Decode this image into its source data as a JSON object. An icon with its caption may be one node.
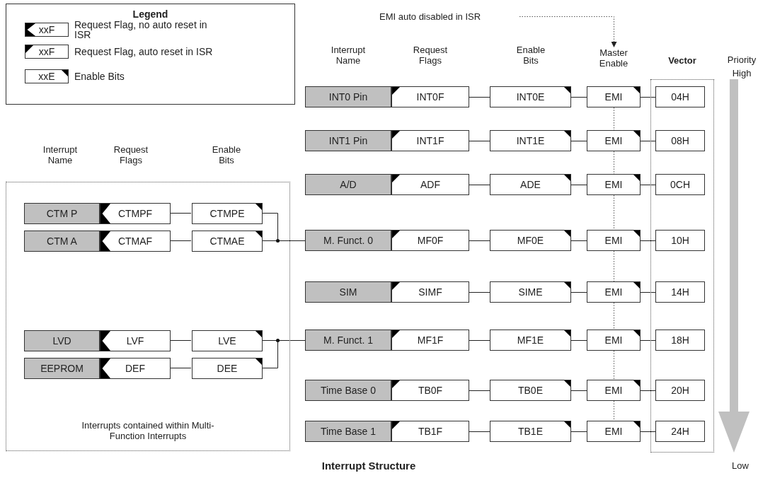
{
  "diagram": {
    "caption": "Interrupt Structure",
    "nodes": [
      {
        "text": [
          "EMI auto disabled in ISR"
        ]
      },
      {
        "text": [
          "Master Enable"
        ]
      },
      {
        "text": [
          "Vector"
        ]
      },
      {
        "text": [
          "INT0 Pin"
        ]
      },
      {
        "text": [
          "INT0F"
        ]
      },
      {
        "text": [
          "INT0E"
        ]
      },
      {
        "text": [
          "EMI"
        ]
      },
      {
        "text": [
          "04H"
        ],
        "in": 2
      },
      {
        "text": [
          "INT1 Pin"
        ]
      },
      {
        "text": [
          "INT1F"
        ]
      },
      {
        "text": [
          "INT1E"
        ]
      },
      {
        "text": [
          "EMI"
        ]
      },
      {
        "text": [
          "08H"
        ],
        "in": 2
      },
      {
        "text": [
          "A/D"
        ]
      },
      {
        "text": [
          "ADF"
        ]
      },
      {
        "text": [
          "ADE"
        ]
      },
      {
        "text": [
          "EMI"
        ]
      },
      {
        "text": [
          "0CH"
        ],
        "in": 2
      },
      {
        "text": [
          "M. Funct. 0"
        ]
      },
      {
        "text": [
          "MF0F"
        ]
      },
      {
        "text": [
          "MF0E"
        ]
      },
      {
        "text": [
          "EMI"
        ]
      },
      {
        "text": [
          "10H"
        ],
        "in": 2
      },
      {
        "text": [
          "SIM"
        ]
      },
      {
        "text": [
          "SIMF"
        ]
      },
      {
        "text": [
          "SIME"
        ]
      },
      {
        "text": [
          "EMI"
        ]
      },
      {
        "text": [
          "14H"
        ],
        "in": 2
      },
      {
        "text": [
          "M. Funct. 1"
        ]
      },
      {
        "text": [
          "MF1F"
        ]
      },
      {
        "text": [
          "MF1E"
        ]
      },
      {
        "text": [
          "EMI"
        ]
      },
      {
        "text": [
          "18H"
        ],
        "in": 2
      },
      {
        "text": [
          "Time Base 0"
        ]
      },
      {
        "text": [
          "TB0F"
        ]
      },
      {
        "text": [
          "TB0E"
        ]
      },
      {
        "text": [
          "EMI"
        ]
      },
      {
        "text": [
          "20H"
        ],
        "in": 2
      },
      {
        "text": [
          "Time Base 1"
        ]
      },
      {
        "text": [
          "TB1F"
        ]
      },
      {
        "text": [
          "TB1E"
        ]
      },
      {
        "text": [
          "EMI"
        ]
      },
      {
        "text": [
          "24H"
        ],
        "in": 2
      },
      {
        "text": [
          "Interrupts contained within Multi-Function Interrupts"
        ]
      },
      {
        "text": [
          "CTM P"
        ],
        "in": 43
      },
      {
        "text": [
          "CTMPF"
        ],
        "in": 43
      },
      {
        "text": [
          "CTMPE"
        ],
        "in": 43
      },
      {
        "text": [
          "CTM A"
        ],
        "in": 43
      },
      {
        "text": [
          "CTMAF"
        ],
        "in": 43
      },
      {
        "text": [
          "CTMAE"
        ],
        "in": 43
      },
      {
        "text": [
          "LVD"
        ],
        "in": 43
      },
      {
        "text": [
          "LVF"
        ],
        "in": 43
      },
      {
        "text": [
          "LVE"
        ],
        "in": 43
      },
      {
        "text": [
          "EEPROM"
        ],
        "in": 43
      },
      {
        "text": [
          "DEF"
        ],
        "in": 43
      },
      {
        "text": [
          "DEE"
        ],
        "in": 43
      }
    ],
    "edges": [
      {
        "from": 0,
        "to": 1,
        "arrow": "to",
        "style": "dashed"
      },
      {
        "from": 4,
        "to": 5,
        "arrow": "none"
      },
      {
        "from": 5,
        "to": 6,
        "arrow": "none"
      },
      {
        "from": 6,
        "to": 7,
        "arrow": "none"
      },
      {
        "from": 9,
        "to": 10,
        "arrow": "none"
      },
      {
        "from": 10,
        "to": 11,
        "arrow": "none"
      },
      {
        "from": 11,
        "to": 12,
        "arrow": "none"
      },
      {
        "from": 14,
        "to": 15,
        "arrow": "none"
      },
      {
        "from": 15,
        "to": 16,
        "arrow": "none"
      },
      {
        "from": 16,
        "to": 17,
        "arrow": "none"
      },
      {
        "from": 19,
        "to": 20,
        "arrow": "none"
      },
      {
        "from": 20,
        "to": 21,
        "arrow": "none"
      },
      {
        "from": 21,
        "to": 22,
        "arrow": "none"
      },
      {
        "from": 24,
        "to": 25,
        "arrow": "none"
      },
      {
        "from": 25,
        "to": 26,
        "arrow": "none"
      },
      {
        "from": 26,
        "to": 27,
        "arrow": "none"
      },
      {
        "from": 29,
        "to": 30,
        "arrow": "none"
      },
      {
        "from": 30,
        "to": 31,
        "arrow": "none"
      },
      {
        "from": 31,
        "to": 32,
        "arrow": "none"
      },
      {
        "from": 34,
        "to": 35,
        "arrow": "none"
      },
      {
        "from": 35,
        "to": 36,
        "arrow": "none"
      },
      {
        "from": 36,
        "to": 37,
        "arrow": "none"
      },
      {
        "from": 39,
        "to": 40,
        "arrow": "none"
      },
      {
        "from": 40,
        "to": 41,
        "arrow": "none"
      },
      {
        "from": 41,
        "to": 42,
        "arrow": "none"
      },
      {
        "from": 6,
        "to": 11,
        "arrow": "none",
        "style": "dashed"
      },
      {
        "from": 11,
        "to": 16,
        "arrow": "none",
        "style": "dashed"
      },
      {
        "from": 16,
        "to": 21,
        "arrow": "none",
        "style": "dashed"
      },
      {
        "from": 21,
        "to": 26,
        "arrow": "none",
        "style": "dashed"
      },
      {
        "from": 26,
        "to": 31,
        "arrow": "none",
        "style": "dashed"
      },
      {
        "from": 31,
        "to": 36,
        "arrow": "none",
        "style": "dashed"
      },
      {
        "from": 36,
        "to": 41,
        "arrow": "none",
        "style": "dashed"
      },
      {
        "from": 45,
        "to": 46,
        "arrow": "none"
      },
      {
        "from": 48,
        "to": 49,
        "arrow": "none"
      },
      {
        "from": 46,
        "to": 18,
        "arrow": "none"
      },
      {
        "from": 49,
        "to": 18,
        "arrow": "none"
      },
      {
        "from": 51,
        "to": 52,
        "arrow": "none"
      },
      {
        "from": 54,
        "to": 55,
        "arrow": "none"
      },
      {
        "from": 52,
        "to": 28,
        "arrow": "none"
      },
      {
        "from": 55,
        "to": 28,
        "arrow": "none"
      }
    ],
    "labels": [
      "Legend",
      "xxF",
      "xxF",
      "xxE",
      "Interrupt Name",
      "Request Flags",
      "Enable Bits",
      "Priority",
      "High",
      "Interrupt Name",
      "Request Flags",
      "Enable Bits",
      "Low"
    ],
    "legend": [
      {
        "text": "Request Flag, no auto reset in ISR"
      },
      {
        "text": "Request Flag, auto reset in ISR"
      },
      {
        "text": "Enable Bits"
      }
    ]
  }
}
